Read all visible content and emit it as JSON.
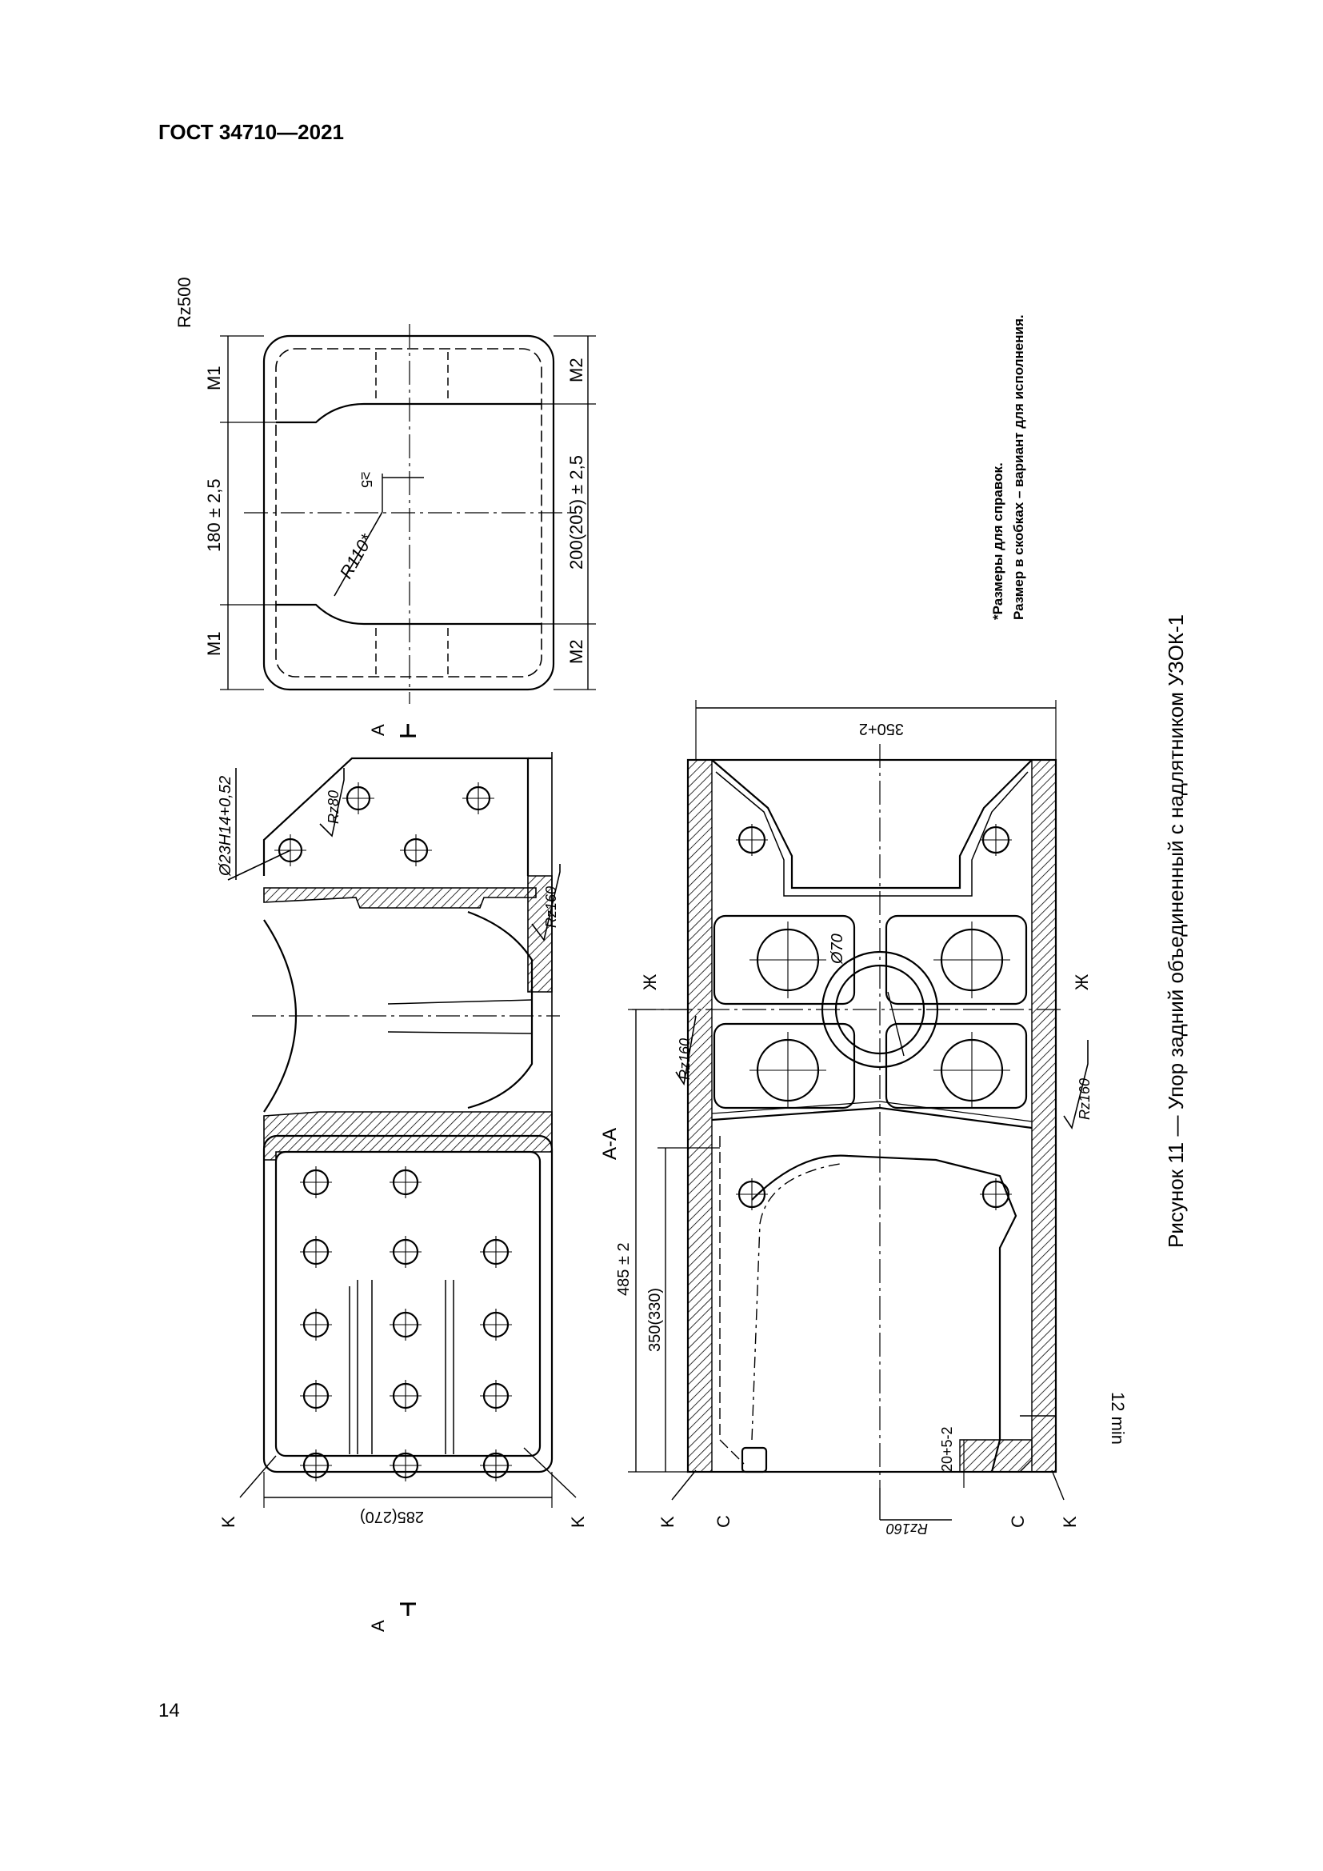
{
  "header": {
    "standard": "ГОСТ 34710—2021"
  },
  "page": {
    "number": "14"
  },
  "figure": {
    "caption": "Рисунок 11 — Упор задний объединенный с надлятником УЗОК-1",
    "notes": [
      "*Размеры для справок.",
      "Размер в скобках – вариант для исполнения."
    ],
    "labels": {
      "rz500": "Rz500",
      "m1": "M1",
      "m2": "M2",
      "dim_180": "180 ± 2,5",
      "dim_200": "200(205) ± 2,5",
      "r110": "R110*",
      "five": "≥5",
      "hole": "Ø23H14+0,52",
      "rz80": "Rz80",
      "rz160": "Rz160",
      "section_a": "A",
      "section_aa": "A-A",
      "dim_285": "285(270)",
      "k": "K",
      "zh": "Ж",
      "s": "C",
      "d70": "Ø70",
      "dim_350top": "350+2",
      "dim_485": "485 ± 2",
      "dim_350": "350(330)",
      "dim_20": "20+5-2",
      "dim_12": "12 min"
    }
  }
}
